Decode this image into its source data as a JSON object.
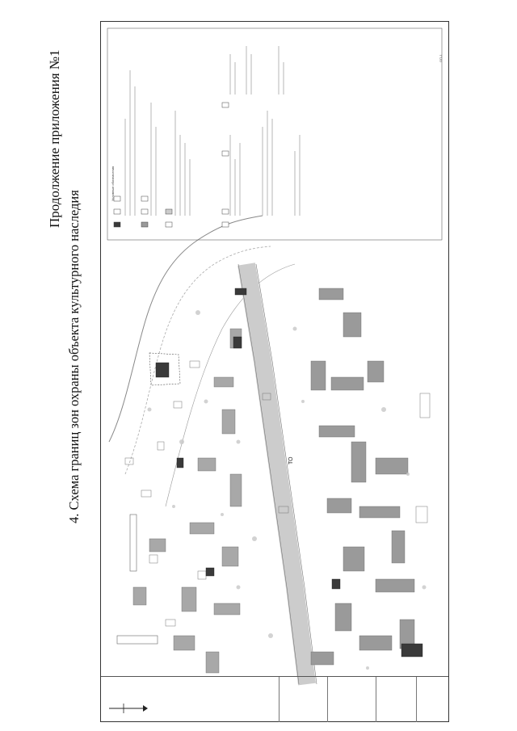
{
  "header": {
    "appendix_title": "Продолжение приложения №1",
    "scheme_title": "4. Схема границ зон охраны объекта культурного наследия"
  },
  "map": {
    "road_label": "ТО",
    "legend_header": "Условные обозначения",
    "sheet_number": "ОП-1"
  },
  "colors": {
    "building_gray": "#9a9a9a",
    "monument_dark": "#3a3a3a",
    "frame": "#333333"
  }
}
